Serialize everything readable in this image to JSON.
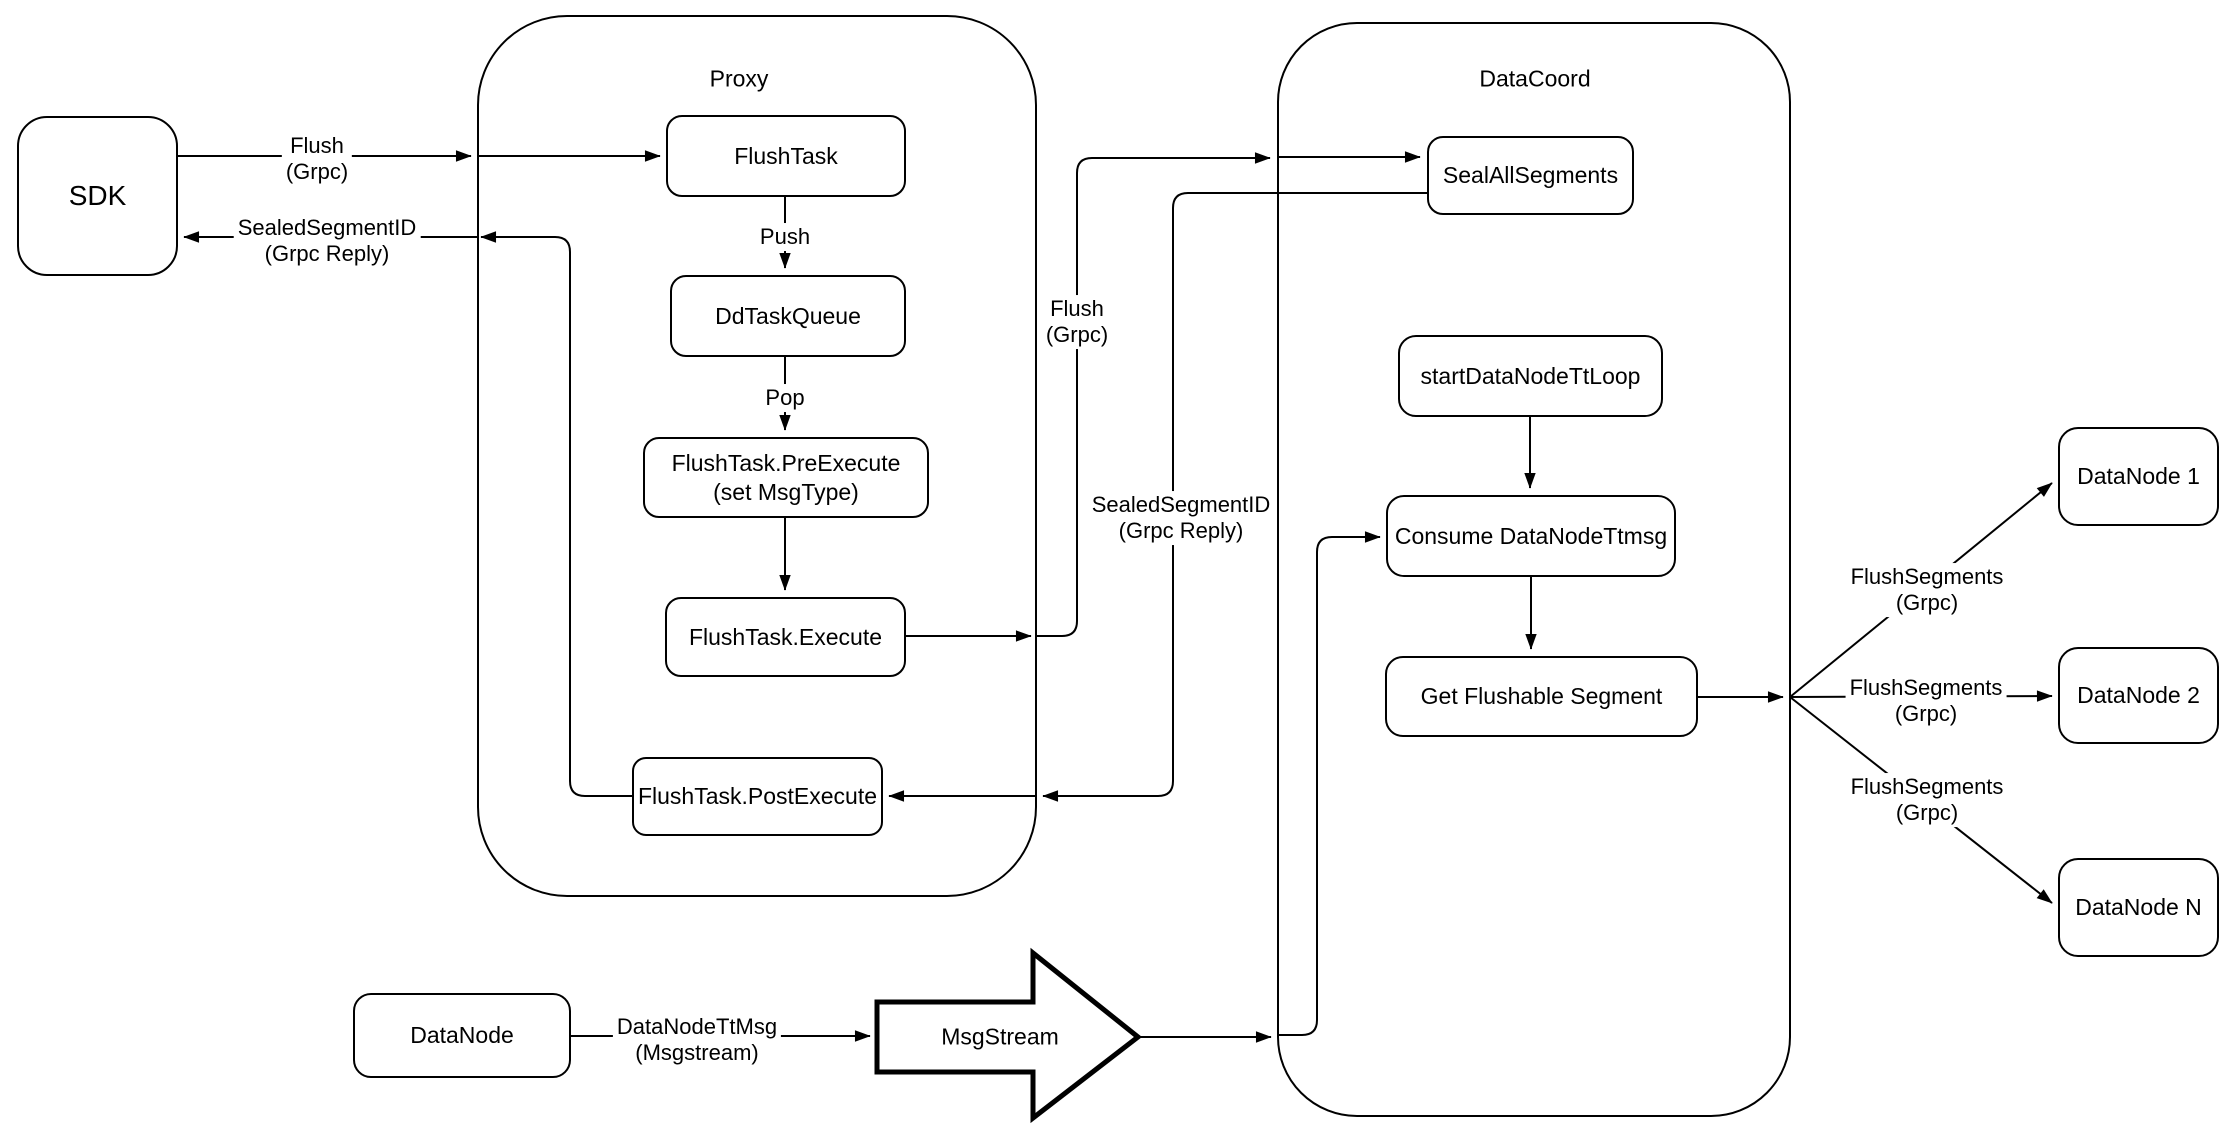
{
  "canvas": {
    "background": "#ffffff",
    "line_color": "#000000"
  },
  "containers": {
    "proxy": {
      "label": "Proxy"
    },
    "datacoord": {
      "label": "DataCoord"
    }
  },
  "nodes": {
    "sdk": {
      "label": "SDK"
    },
    "flush_task": {
      "label": "FlushTask"
    },
    "dd_task_queue": {
      "label": "DdTaskQueue"
    },
    "pre_execute": {
      "line1": "FlushTask.PreExecute",
      "line2": "(set MsgType)"
    },
    "execute": {
      "label": "FlushTask.Execute"
    },
    "post_execute": {
      "label": "FlushTask.PostExecute"
    },
    "seal_all_segments": {
      "label": "SealAllSegments"
    },
    "start_datanode_tt_loop": {
      "label": "startDataNodeTtLoop"
    },
    "consume_datanode_ttmsg": {
      "label": "Consume DataNodeTtmsg"
    },
    "get_flushable_segment": {
      "label": "Get Flushable Segment"
    },
    "datanode_1": {
      "label": "DataNode 1"
    },
    "datanode_2": {
      "label": "DataNode 2"
    },
    "datanode_n": {
      "label": "DataNode N"
    },
    "datanode": {
      "label": "DataNode"
    },
    "msgstream": {
      "label": "MsgStream"
    }
  },
  "edge_labels": {
    "flush_grpc_sdk": {
      "line1": "Flush",
      "line2": "(Grpc)"
    },
    "sealed_segment_id_sdk": {
      "line1": "SealedSegmentID",
      "line2": "(Grpc Reply)"
    },
    "push": {
      "label": "Push"
    },
    "pop": {
      "label": "Pop"
    },
    "flush_grpc_mid": {
      "line1": "Flush",
      "line2": "(Grpc)"
    },
    "sealed_segment_id_mid": {
      "line1": "SealedSegmentID",
      "line2": "(Grpc Reply)"
    },
    "flush_segments_1": {
      "line1": "FlushSegments",
      "line2": "(Grpc)"
    },
    "flush_segments_2": {
      "line1": "FlushSegments",
      "line2": "(Grpc)"
    },
    "flush_segments_n": {
      "line1": "FlushSegments",
      "line2": "(Grpc)"
    },
    "datanode_tt_msg": {
      "line1": "DataNodeTtMsg",
      "line2": "(Msgstream)"
    }
  }
}
